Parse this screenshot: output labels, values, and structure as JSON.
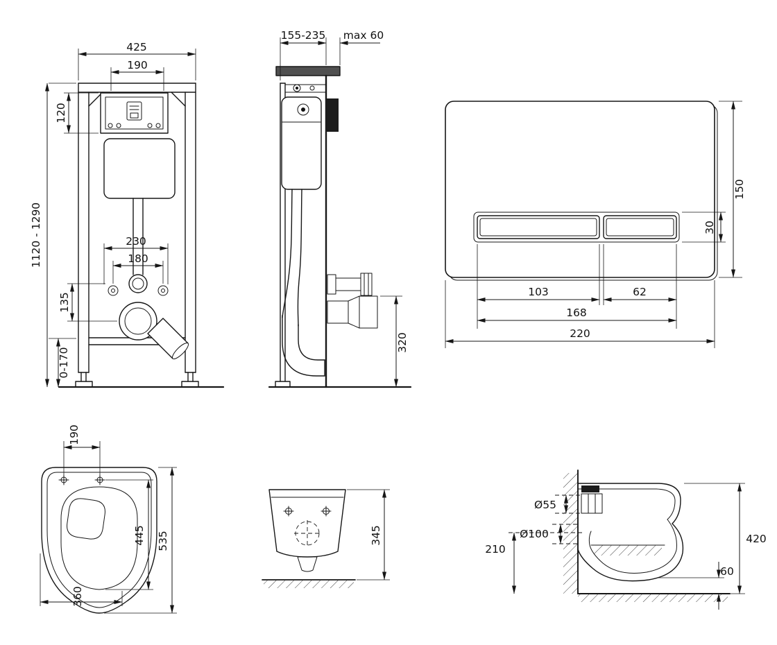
{
  "colors": {
    "line": "#161616",
    "background": "#ffffff",
    "dark_fill": "#3f3f3f"
  },
  "views": {
    "frame_front": {
      "dim_width": "425",
      "dim_plate_width": "190",
      "dim_plate_height": "120",
      "dim_height": "1120 - 1290",
      "dim_supply_spacing": "230",
      "dim_bolt_spacing": "180",
      "dim_offset": "135",
      "dim_adjust": "0-170"
    },
    "frame_side": {
      "dim_depth": "155-235",
      "dim_max": "max 60",
      "dim_outlet_height": "320"
    },
    "flush_plate": {
      "dim_height": "150",
      "dim_button_height": "30",
      "dim_button_large": "103",
      "dim_button_small": "62",
      "dim_buttons_total": "168",
      "dim_width": "220"
    },
    "bowl_top": {
      "dim_bolt_spacing": "190",
      "dim_inner_depth": "445",
      "dim_depth": "535",
      "dim_width": "360"
    },
    "bowl_front": {
      "dim_height": "345"
    },
    "bowl_side": {
      "dim_inlet": "Ø55",
      "dim_outlet": "Ø100",
      "dim_outlet_height": "210",
      "dim_total_height": "420",
      "dim_floor_clearance": "60"
    }
  }
}
